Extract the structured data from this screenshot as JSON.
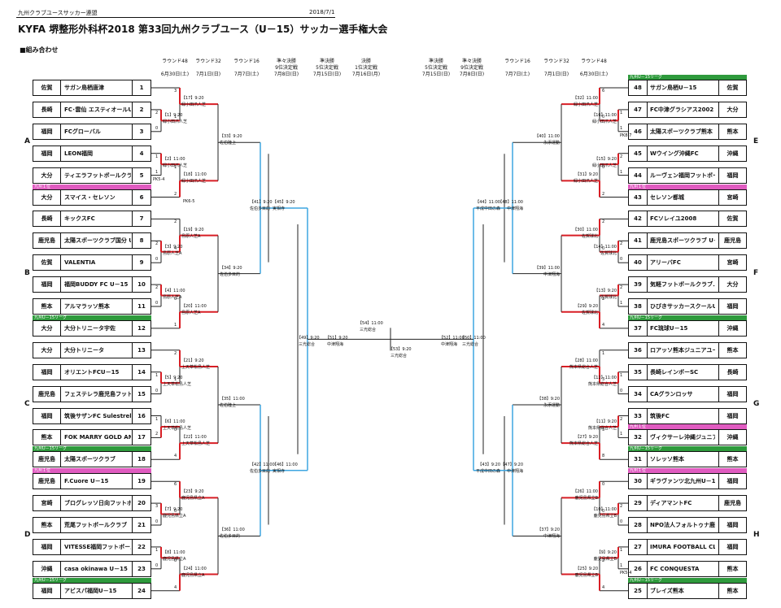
{
  "header": {
    "org": "九州クラブユースサッカー連盟",
    "date": "2018/7/1",
    "title": "KYFA 堺整形外科杯2018 第33回九州クラブユース（U－15）サッカー選手権大会",
    "subtitle": "■組み合わせ"
  },
  "rounds_left": [
    {
      "name": "ラウンド48",
      "sub": "",
      "date": "6月30日(土)"
    },
    {
      "name": "ラウンド32",
      "sub": "",
      "date": "7月1日(日)"
    },
    {
      "name": "ラウンド16",
      "sub": "",
      "date": "7月7日(土)"
    },
    {
      "name": "準々決勝",
      "sub": "9位決定戦",
      "date": "7月8日(日)"
    },
    {
      "name": "準決勝",
      "sub": "5位決定戦",
      "date": "7月15日(日)"
    },
    {
      "name": "決勝",
      "sub": "1位決定戦",
      "date": "7月16日(月)"
    }
  ],
  "rounds_right": [
    {
      "name": "準決勝",
      "sub": "5位決定戦",
      "date": "7月15日(日)"
    },
    {
      "name": "準々決勝",
      "sub": "9位決定戦",
      "date": "7月8日(日)"
    },
    {
      "name": "ラウンド16",
      "sub": "",
      "date": "7月7日(土)"
    },
    {
      "name": "ラウンド32",
      "sub": "",
      "date": "7月1日(日)"
    },
    {
      "name": "ラウンド48",
      "sub": "",
      "date": "6月30日(土)"
    }
  ],
  "blocks": [
    "A",
    "B",
    "C",
    "D",
    "E",
    "F",
    "G",
    "H"
  ],
  "teams_left": [
    {
      "seed": "1",
      "pref": "佐賀",
      "name": "サガン鳥栖唐津",
      "tag": "",
      "tag_color": ""
    },
    {
      "seed": "2",
      "pref": "長崎",
      "name": "FC･雲仙 エスティオールU－15",
      "tag": "",
      "tag_color": ""
    },
    {
      "seed": "3",
      "pref": "福岡",
      "name": "FCグローバル",
      "tag": "",
      "tag_color": ""
    },
    {
      "seed": "4",
      "pref": "福岡",
      "name": "LEON福岡",
      "tag": "",
      "tag_color": ""
    },
    {
      "seed": "5",
      "pref": "大分",
      "name": "ティエラフットボールクラブU－15",
      "tag": "",
      "tag_color": ""
    },
    {
      "seed": "6",
      "pref": "大分",
      "name": "スマイス・セレソン",
      "tag": "九州１位",
      "tag_color": "pink"
    },
    {
      "seed": "7",
      "pref": "長崎",
      "name": "キックスFC",
      "tag": "",
      "tag_color": ""
    },
    {
      "seed": "8",
      "pref": "鹿児島",
      "name": "太陽スポーツクラブ国分 U－15",
      "tag": "",
      "tag_color": ""
    },
    {
      "seed": "9",
      "pref": "佐賀",
      "name": "VALENTIA",
      "tag": "",
      "tag_color": ""
    },
    {
      "seed": "10",
      "pref": "福岡",
      "name": "福岡BUDDY FC U－15",
      "tag": "",
      "tag_color": ""
    },
    {
      "seed": "11",
      "pref": "熊本",
      "name": "アルマラッソ熊本",
      "tag": "",
      "tag_color": ""
    },
    {
      "seed": "12",
      "pref": "大分",
      "name": "大分トリニータ宇佐",
      "tag": "九州U－15リーグ",
      "tag_color": "green"
    },
    {
      "seed": "13",
      "pref": "大分",
      "name": "大分トリニータ",
      "tag": "",
      "tag_color": ""
    },
    {
      "seed": "14",
      "pref": "福岡",
      "name": "オリエントFCU－15",
      "tag": "",
      "tag_color": ""
    },
    {
      "seed": "15",
      "pref": "鹿児島",
      "name": "フェステレラ鹿児島フットボールクラブ",
      "tag": "",
      "tag_color": ""
    },
    {
      "seed": "16",
      "pref": "福岡",
      "name": "筑後サザンFC Sulestrela",
      "tag": "",
      "tag_color": ""
    },
    {
      "seed": "17",
      "pref": "熊本",
      "name": "FOK MARRY GOLD AMAKUSA U15",
      "tag": "",
      "tag_color": ""
    },
    {
      "seed": "18",
      "pref": "鹿児島",
      "name": "太陽スポーツクラブ",
      "tag": "九州U－15リーグ",
      "tag_color": "green"
    },
    {
      "seed": "19",
      "pref": "鹿児島",
      "name": "F.Cuore U－15",
      "tag": "九州１位",
      "tag_color": "pink"
    },
    {
      "seed": "20",
      "pref": "宮崎",
      "name": "ブログレッソ日向フットボールクラブ",
      "tag": "",
      "tag_color": ""
    },
    {
      "seed": "21",
      "pref": "熊本",
      "name": "荒尾フットボールクラブ",
      "tag": "",
      "tag_color": ""
    },
    {
      "seed": "22",
      "pref": "福岡",
      "name": "VITESSE福岡フットボールクラブ",
      "tag": "",
      "tag_color": ""
    },
    {
      "seed": "23",
      "pref": "沖縄",
      "name": "casa okinawa U－15",
      "tag": "",
      "tag_color": ""
    },
    {
      "seed": "24",
      "pref": "福岡",
      "name": "アビスパ福岡U－15",
      "tag": "九州U－15リーグ",
      "tag_color": "green"
    }
  ],
  "teams_right": [
    {
      "seed": "48",
      "pref": "佐賀",
      "name": "サガン鳥栖U－15",
      "tag": "九州U－15リーグ",
      "tag_color": "green"
    },
    {
      "seed": "47",
      "pref": "大分",
      "name": "FC中津グラシアス2002 U－15",
      "tag": "",
      "tag_color": ""
    },
    {
      "seed": "46",
      "pref": "熊本",
      "name": "太陽スポーツクラブ熊本",
      "tag": "",
      "tag_color": ""
    },
    {
      "seed": "45",
      "pref": "沖縄",
      "name": "Wウイング沖縄FC",
      "tag": "",
      "tag_color": ""
    },
    {
      "seed": "44",
      "pref": "福岡",
      "name": "ルーヴェン福岡フットボールクラブ",
      "tag": "",
      "tag_color": ""
    },
    {
      "seed": "43",
      "pref": "宮崎",
      "name": "セレソン都城",
      "tag": "九州１位",
      "tag_color": "pink"
    },
    {
      "seed": "42",
      "pref": "佐賀",
      "name": "FCソレイユ2008",
      "tag": "",
      "tag_color": ""
    },
    {
      "seed": "41",
      "pref": "鹿児島",
      "name": "鹿児島スポーツクラブ U－15",
      "tag": "",
      "tag_color": ""
    },
    {
      "seed": "40",
      "pref": "宮崎",
      "name": "アリーバFC",
      "tag": "",
      "tag_color": ""
    },
    {
      "seed": "39",
      "pref": "大分",
      "name": "気軽フットボールクラブ．ミネルバ",
      "tag": "",
      "tag_color": ""
    },
    {
      "seed": "38",
      "pref": "福岡",
      "name": "ひびきサッカースクールU－15",
      "tag": "",
      "tag_color": ""
    },
    {
      "seed": "37",
      "pref": "沖縄",
      "name": "FC琉球U－15",
      "tag": "九州U－15リーグ",
      "tag_color": "green"
    },
    {
      "seed": "36",
      "pref": "熊本",
      "name": "ロアッソ熊本ジュニアユース",
      "tag": "",
      "tag_color": ""
    },
    {
      "seed": "35",
      "pref": "長崎",
      "name": "長崎レインボーSC",
      "tag": "",
      "tag_color": ""
    },
    {
      "seed": "34",
      "pref": "福岡",
      "name": "CAグランロッサ",
      "tag": "",
      "tag_color": ""
    },
    {
      "seed": "33",
      "pref": "福岡",
      "name": "筑後FC",
      "tag": "",
      "tag_color": ""
    },
    {
      "seed": "32",
      "pref": "沖縄",
      "name": "ヴィクサーレ沖縄ジュニアユース",
      "tag": "九州１位",
      "tag_color": "pink"
    },
    {
      "seed": "31",
      "pref": "熊本",
      "name": "ソレッソ熊本",
      "tag": "九州U－15リーグ",
      "tag_color": "green"
    },
    {
      "seed": "30",
      "pref": "福岡",
      "name": "ギラヴァンツ北九州U－15",
      "tag": "九州１位",
      "tag_color": "pink"
    },
    {
      "seed": "29",
      "pref": "鹿児島",
      "name": "ディアマントFC",
      "tag": "",
      "tag_color": ""
    },
    {
      "seed": "28",
      "pref": "福岡",
      "name": "NPO法人フォルトゥナ鹿児島フットボールクラブ",
      "tag": "",
      "tag_color": ""
    },
    {
      "seed": "27",
      "pref": "福岡",
      "name": "IMURA FOOTBALL CLUB U15",
      "tag": "",
      "tag_color": ""
    },
    {
      "seed": "26",
      "pref": "熊本",
      "name": "FC CONQUESTA",
      "tag": "",
      "tag_color": ""
    },
    {
      "seed": "25",
      "pref": "熊本",
      "name": "ブレイズ熊本",
      "tag": "九州U－15リーグ",
      "tag_color": "green"
    }
  ],
  "left_r48_matches": [
    {
      "label": "【1】9:20",
      "venue": "緑小田爪人芝",
      "scores": [
        "2",
        "0"
      ],
      "pk": ""
    },
    {
      "label": "【2】11:00",
      "venue": "緑小田爪人芝",
      "scores": [
        "1",
        "1"
      ],
      "pk": "PK5-4"
    },
    {
      "label": "【3】9:20",
      "venue": "島原人芝A",
      "scores": [
        "2",
        "0"
      ],
      "pk": ""
    },
    {
      "label": "【4】11:00",
      "venue": "島原人芝A",
      "scores": [
        "2",
        "0"
      ],
      "pk": ""
    },
    {
      "label": "【5】9:20",
      "venue": "上天草松島人芝",
      "scores": [
        "1",
        "0"
      ],
      "pk": ""
    },
    {
      "label": "【6】11:00",
      "venue": "上天草松島人芝",
      "scores": [
        "1",
        "2"
      ],
      "pk": ""
    },
    {
      "label": "【7】9:20",
      "venue": "鹿児島県立A",
      "scores": [
        "3",
        "0"
      ],
      "pk": ""
    },
    {
      "label": "【8】11:00",
      "venue": "鹿児島県立A",
      "scores": [
        "1",
        "0"
      ],
      "pk": ""
    }
  ],
  "right_r48_matches": [
    {
      "label": "【16】11:00",
      "venue": "緑小田爪人芝",
      "scores": [
        "1",
        "1"
      ],
      "pk": "PK8-7"
    },
    {
      "label": "【15】9:20",
      "venue": "緑小田爪人芝",
      "scores": [
        "2",
        "1"
      ],
      "pk": ""
    },
    {
      "label": "【14】11:00",
      "venue": "佐賀球北",
      "scores": [
        "2",
        "0"
      ],
      "pk": ""
    },
    {
      "label": "【13】9:20",
      "venue": "佐賀球北",
      "scores": [
        "2",
        "1"
      ],
      "pk": ""
    },
    {
      "label": "【12】11:00",
      "venue": "熊本県総合人芝",
      "scores": [
        "1",
        "0"
      ],
      "pk": ""
    },
    {
      "label": "【11】9:20",
      "venue": "熊本県総合人芝",
      "scores": [
        "2",
        "1"
      ],
      "pk": ""
    },
    {
      "label": "【10】11:00",
      "venue": "鹿児島県立B",
      "scores": [
        "2",
        "0"
      ],
      "pk": ""
    },
    {
      "label": "【9】9:20",
      "venue": "鹿児島県立B",
      "scores": [
        "1",
        "1"
      ],
      "pk": "PK5-4"
    }
  ],
  "left_r32_matches": [
    {
      "label": "【17】9:20",
      "venue": "緑小田爪人芝",
      "scores": [
        "3",
        "1"
      ],
      "pk": ""
    },
    {
      "label": "【18】11:00",
      "venue": "緑小田爪人芝",
      "scores": [
        "1",
        "2"
      ],
      "pk": "PK6-5"
    },
    {
      "label": "【19】9:20",
      "venue": "島原人芝A",
      "scores": [
        "2",
        "4"
      ],
      "pk": ""
    },
    {
      "label": "【20】11:00",
      "venue": "島原人芝A",
      "scores": [
        "0",
        "1"
      ],
      "pk": ""
    },
    {
      "label": "【21】9:20",
      "venue": "上天草松島人芝",
      "scores": [
        "2",
        "1"
      ],
      "pk": ""
    },
    {
      "label": "【22】11:00",
      "venue": "上天草松島人芝",
      "scores": [
        "0",
        "4"
      ],
      "pk": ""
    },
    {
      "label": "【23】9:20",
      "venue": "鹿児島県立A",
      "scores": [
        "6",
        "0"
      ],
      "pk": ""
    },
    {
      "label": "【24】11:00",
      "venue": "鹿児島県立A",
      "scores": [
        "0",
        "4"
      ],
      "pk": ""
    }
  ],
  "right_r32_matches": [
    {
      "label": "【32】11:00",
      "venue": "緑小田爪人芝",
      "scores": [
        "6",
        "0"
      ],
      "pk": ""
    },
    {
      "label": "【31】9:20",
      "venue": "緑小田爪人芝",
      "scores": [
        "0",
        "2"
      ],
      "pk": ""
    },
    {
      "label": "【30】11:00",
      "venue": "佐賀球北",
      "scores": [
        "2",
        "0"
      ],
      "pk": ""
    },
    {
      "label": "【29】9:20",
      "venue": "佐賀球北",
      "scores": [
        "2",
        "4"
      ],
      "pk": ""
    },
    {
      "label": "【28】11:00",
      "venue": "熊本県総合人芝",
      "scores": [
        "1",
        "3"
      ],
      "pk": ""
    },
    {
      "label": "【27】9:20",
      "venue": "熊本県総合人芝",
      "scores": [
        "3",
        "8"
      ],
      "pk": ""
    },
    {
      "label": "【26】11:00",
      "venue": "鹿児島県立B",
      "scores": [
        "0",
        "0"
      ],
      "pk": ""
    },
    {
      "label": "【25】9:20",
      "venue": "鹿児島県立B",
      "scores": [
        "2",
        "4"
      ],
      "pk": ""
    }
  ],
  "left_r16": [
    {
      "label": "【33】9:20",
      "venue": "佐伯陸上"
    },
    {
      "label": "【34】9:20",
      "venue": "佐伯多目的"
    },
    {
      "label": "【35】11:00",
      "venue": "佐伯陸上"
    },
    {
      "label": "【36】11:00",
      "venue": "佐伯多目的"
    }
  ],
  "right_r16": [
    {
      "label": "【40】11:00",
      "venue": "永添運動"
    },
    {
      "label": "【39】11:00",
      "venue": "中津翔海"
    },
    {
      "label": "【38】9:20",
      "venue": "永添運動"
    },
    {
      "label": "【37】9:20",
      "venue": "中津翔海"
    }
  ],
  "left_qf": [
    {
      "label": "【41】9:20",
      "venue": "佐伯多目的"
    },
    {
      "label": "【45】9:20",
      "venue": "実相寺"
    },
    {
      "label": "【42】11:00",
      "venue": "佐伯多目的"
    },
    {
      "label": "【46】11:00",
      "venue": "実相寺"
    }
  ],
  "right_qf": [
    {
      "label": "【48】11:00",
      "venue": "中津翔海"
    },
    {
      "label": "【44】11:00",
      "venue": "平成中田の森"
    },
    {
      "label": "【47】9:20",
      "venue": "中津翔海"
    },
    {
      "label": "【43】9:20",
      "venue": "平成中田の森"
    }
  ],
  "semis": [
    {
      "label": "【49】9:20",
      "venue": "三光総合"
    },
    {
      "label": "【51】9:20",
      "venue": "中津翔海"
    },
    {
      "label": "【52】11:00",
      "venue": "中津翔海"
    },
    {
      "label": "【50】11:00",
      "venue": "三光総合"
    }
  ],
  "final": {
    "label": "【54】11:00",
    "venue": "三光総合"
  },
  "third": {
    "label": "【53】9:20",
    "venue": "三光総合"
  },
  "colors": {
    "win": "#d81e25",
    "blue": "#3ea6e0",
    "line": "#222222",
    "green": "#2e9a3c",
    "pink": "#e05bc0"
  }
}
